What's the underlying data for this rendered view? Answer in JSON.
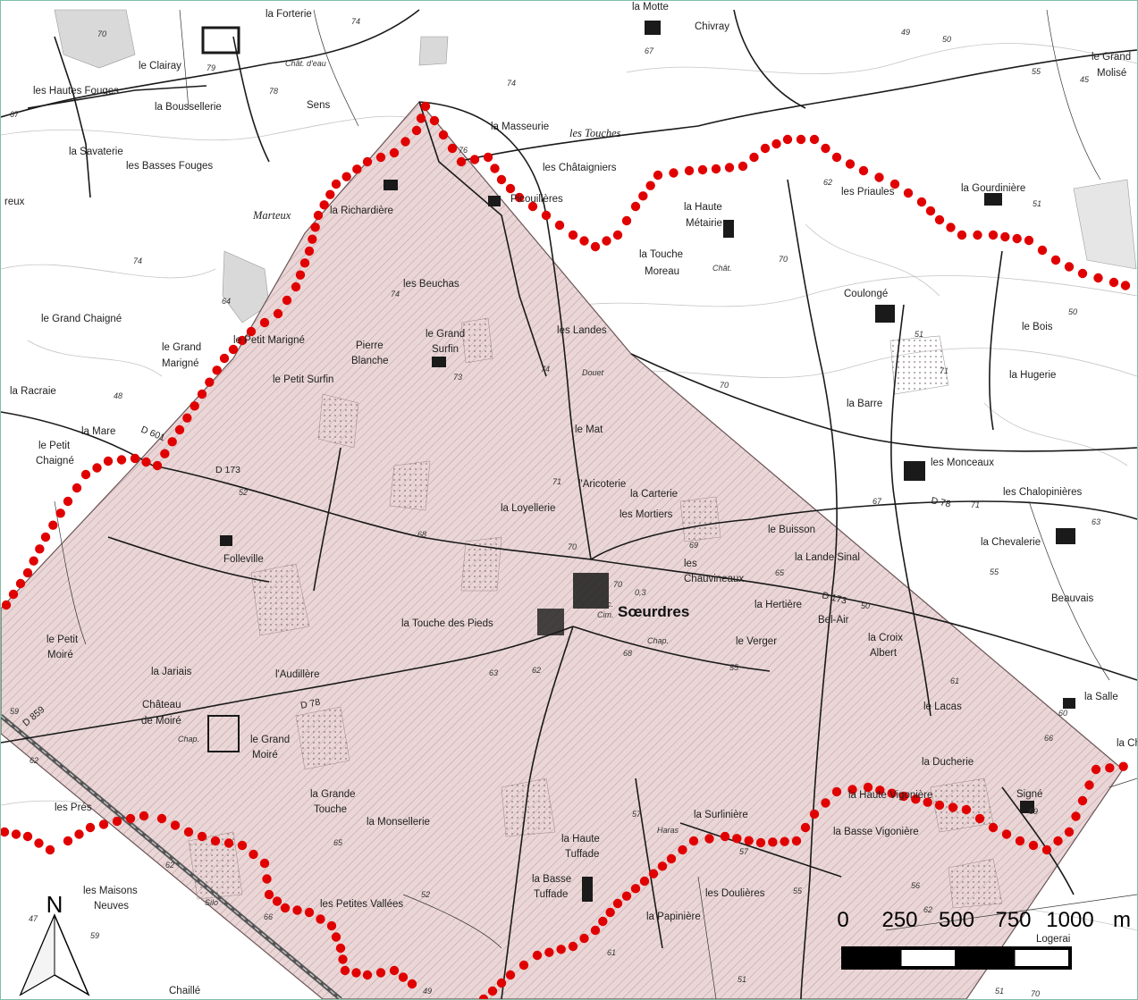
{
  "map": {
    "colors": {
      "study_area_fill": "#e8d2d3",
      "study_area_stroke": "#6b5557",
      "boundary_dots": "#e00000",
      "roads": "#1a1a1a",
      "contours": "#bdbdbd",
      "woods": "#dedede"
    },
    "labels": {
      "town": "Sœurdres",
      "villages": [
        "la Forterie",
        "la Motte",
        "Chivray",
        "le Clairay",
        "Chât. d'eau",
        "le Grand",
        "Molisé",
        "les Hautes Fouges",
        "la Boussellerie",
        "Sens",
        "la Masseurie",
        "les Touches",
        "la Savaterie",
        "les Basses Fouges",
        "les Châtaigniers",
        "reux",
        "la Richardière",
        "Picouillères",
        "Marteux",
        "la Haute",
        "Métairie",
        "les Priaules",
        "la Gourdinière",
        "la Touche",
        "Moreau",
        "Chât.",
        "les Beuchas",
        "Coulongé",
        "le Grand Chaigné",
        "le Grand",
        "Marigné",
        "le Petit Marigné",
        "Pierre",
        "Blanche",
        "le Grand",
        "Surfin",
        "les Landes",
        "le Bois",
        "la Racraie",
        "le Petit Surfin",
        "Douet",
        "la Hugerie",
        "la Mare",
        "le Petit",
        "Chaigné",
        "la Barre",
        "le Mat",
        "les Monceaux",
        "l'Aricoterie",
        "la Carterie",
        "les Chalopinières",
        "la Loyellerie",
        "les Mortiers",
        "le Buisson",
        "la Chevalerie",
        "Folleville",
        "la Lande Sinal",
        "les",
        "Chauvineaux",
        "la Hertière",
        "Beauvais",
        "Éc.",
        "Cim.",
        "la Touche des Pieds",
        "Bel-Air",
        "la Croix",
        "Albert",
        "le Petit",
        "Moiré",
        "le Verger",
        "Chap.",
        "la Jariais",
        "l'Audillère",
        "la Salle",
        "Château",
        "de Moiré",
        "le Lacas",
        "Chap.",
        "le Grand",
        "Moiré",
        "la Ch",
        "la Ducherie",
        "la Grande",
        "Touche",
        "les Prés",
        "la Haute Vigonière",
        "Signé",
        "la Surlinière",
        "la Monsellerie",
        "la Basse Vigonière",
        "Haras",
        "la Haute",
        "Tuffade",
        "les Maisons",
        "Neuves",
        "la Basse",
        "Tuffade",
        "les Doulières",
        "Silo",
        "les Petites Vallées",
        "la Papinière",
        "Logerai",
        "Chaillé"
      ],
      "roads": [
        "D 601",
        "D 173",
        "D 173",
        "D 78",
        "D 78",
        "D 859"
      ],
      "spot_heights": [
        "74",
        "70",
        "79",
        "78",
        "67",
        "74",
        "76",
        "49",
        "50",
        "55",
        "45",
        "67",
        "62",
        "51",
        "74",
        "64",
        "74",
        "70",
        "51",
        "48",
        "73",
        "74",
        "70",
        "71",
        "50",
        "71",
        "52",
        "68",
        "70",
        "69",
        "65",
        "70",
        "50",
        "67",
        "71",
        "63",
        "55",
        "62",
        "68",
        "55",
        "63",
        "59",
        "62",
        "57",
        "66",
        "60",
        "69",
        "61",
        "57",
        "55",
        "65",
        "66",
        "62",
        "59",
        "52",
        "61",
        "51",
        "56",
        "62",
        "51",
        "49",
        "47",
        "70",
        "0,3"
      ]
    },
    "scale_bar": {
      "ticks": [
        "0",
        "250",
        "500",
        "750",
        "1000"
      ],
      "unit": "m"
    },
    "north_arrow": {
      "label": "N"
    }
  }
}
